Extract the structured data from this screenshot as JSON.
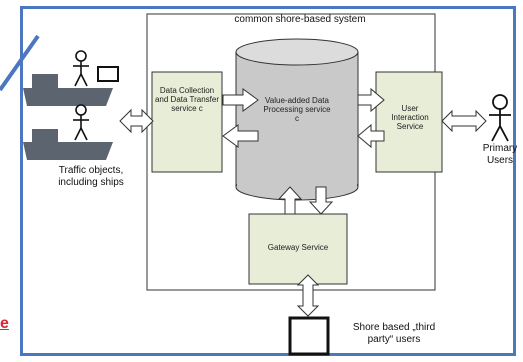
{
  "diagram": {
    "system_title": "common shore-based system",
    "modules": {
      "data_collection": "Data Collection and Data Transfer service c",
      "value_added": "Value-added Data Processing service c",
      "user_interaction": "User Interaction Service",
      "gateway": "Gateway Service"
    },
    "actors": {
      "traffic_objects": "Traffic objects, including ships",
      "primary_users": "Primary Users",
      "third_party": "Shore based „third party“ users"
    },
    "edge_fragment": "e"
  },
  "colors": {
    "frame": "#4a77c0",
    "module_fill": "#e7edd7",
    "cylinder_fill": "#c9c9c9",
    "arrow_fill": "#ffffff",
    "ship_fill": "#5c6470",
    "accent_red": "#d9262f"
  }
}
